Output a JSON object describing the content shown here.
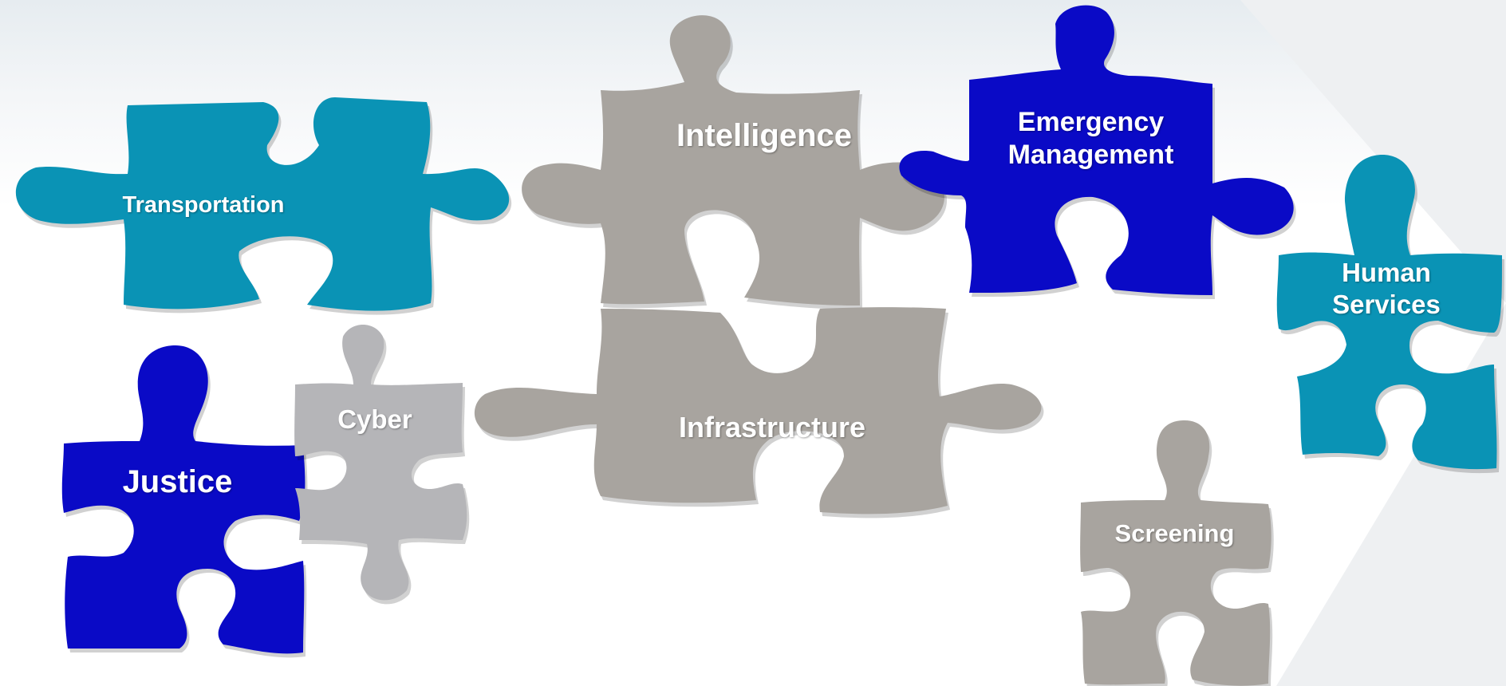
{
  "colors": {
    "teal": "#0a93b5",
    "gray": "#a8a49f",
    "light_gray": "#b5b5b8",
    "navy": "#0a0ac6",
    "label": "#ffffff"
  },
  "pieces": {
    "transportation": {
      "label": "Transportation",
      "color": "#0a93b5"
    },
    "intelligence": {
      "label": "Intelligence",
      "color": "#a8a49f"
    },
    "emergency_management": {
      "label": "Emergency\nManagement",
      "color": "#0a0ac6"
    },
    "human_services": {
      "label": "Human\nServices",
      "color": "#0a93b5"
    },
    "justice": {
      "label": "Justice",
      "color": "#0a0ac6"
    },
    "cyber": {
      "label": "Cyber",
      "color": "#b5b5b8"
    },
    "infrastructure": {
      "label": "Infrastructure",
      "color": "#a8a49f"
    },
    "screening": {
      "label": "Screening",
      "color": "#a8a49f"
    }
  }
}
